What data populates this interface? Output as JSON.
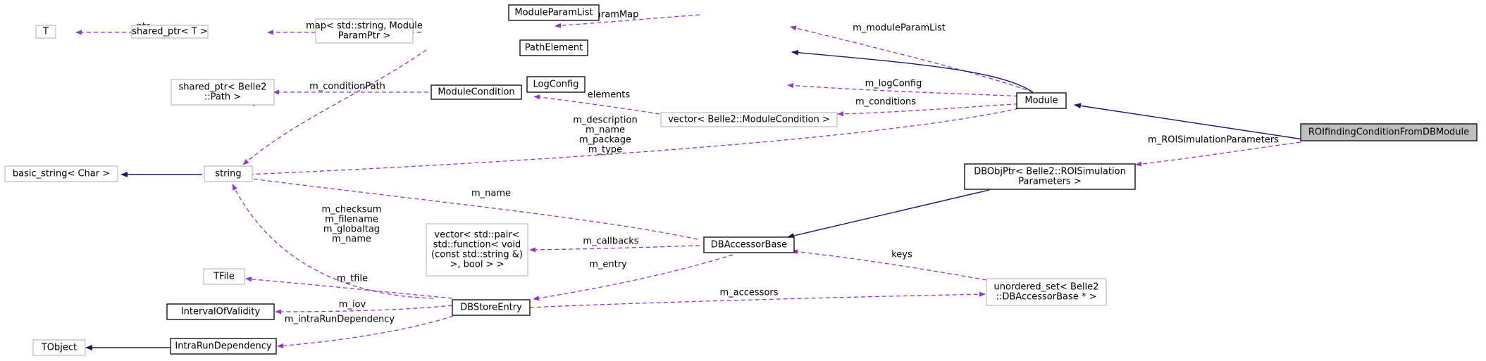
{
  "diagram": {
    "nodes": [
      {
        "id": "T",
        "lines": [
          "T"
        ],
        "style": "muted"
      },
      {
        "id": "shared_ptr_T",
        "lines": [
          "shared_ptr< T >"
        ],
        "style": "muted"
      },
      {
        "id": "map",
        "lines": [
          "map< std::string, Module",
          "ParamPtr >"
        ],
        "style": "muted"
      },
      {
        "id": "ModuleParamList",
        "lines": [
          "ModuleParamList"
        ],
        "style": "solid"
      },
      {
        "id": "PathElement",
        "lines": [
          "PathElement"
        ],
        "style": "solid"
      },
      {
        "id": "LogConfig",
        "lines": [
          "LogConfig"
        ],
        "style": "solid"
      },
      {
        "id": "Module",
        "lines": [
          "Module"
        ],
        "style": "solid"
      },
      {
        "id": "ROIfinding",
        "lines": [
          "ROIfindingConditionFromDBModule"
        ],
        "style": "highlight"
      },
      {
        "id": "shared_ptr_Path",
        "lines": [
          "shared_ptr< Belle2",
          "::Path >"
        ],
        "style": "muted"
      },
      {
        "id": "ModuleCondition",
        "lines": [
          "ModuleCondition"
        ],
        "style": "solid"
      },
      {
        "id": "vector_ModuleCondition",
        "lines": [
          "vector< Belle2::ModuleCondition >"
        ],
        "style": "muted"
      },
      {
        "id": "basic_string",
        "lines": [
          "basic_string< Char >"
        ],
        "style": "muted"
      },
      {
        "id": "string",
        "lines": [
          "string"
        ],
        "style": "muted"
      },
      {
        "id": "DBObjPtr",
        "lines": [
          "DBObjPtr< Belle2::ROISimulation",
          "Parameters >"
        ],
        "style": "solid"
      },
      {
        "id": "vector_pair",
        "lines": [
          "vector< std::pair<",
          "std::function< void",
          "(const std::string &)",
          ">, bool > >"
        ],
        "style": "muted"
      },
      {
        "id": "DBAccessorBase",
        "lines": [
          "DBAccessorBase"
        ],
        "style": "solid"
      },
      {
        "id": "TFile",
        "lines": [
          "TFile"
        ],
        "style": "muted"
      },
      {
        "id": "IntervalOfValidity",
        "lines": [
          "IntervalOfValidity"
        ],
        "style": "solid"
      },
      {
        "id": "DBStoreEntry",
        "lines": [
          "DBStoreEntry"
        ],
        "style": "solid"
      },
      {
        "id": "unordered_set",
        "lines": [
          "unordered_set< Belle2",
          "::DBAccessorBase * >"
        ],
        "style": "muted"
      },
      {
        "id": "TObject",
        "lines": [
          "TObject"
        ],
        "style": "muted"
      },
      {
        "id": "IntraRunDependency",
        "lines": [
          "IntraRunDependency"
        ],
        "style": "solid"
      }
    ],
    "edges": [
      {
        "id": "e1",
        "type": "use",
        "label": [
          "ptr"
        ]
      },
      {
        "id": "e2",
        "type": "use",
        "label": [
          "elements"
        ]
      },
      {
        "id": "e3",
        "type": "use",
        "label": [
          "m_paramMap"
        ]
      },
      {
        "id": "e4",
        "type": "use",
        "label": [
          "m_moduleParamList"
        ]
      },
      {
        "id": "e5",
        "type": "inherit",
        "label": []
      },
      {
        "id": "e6",
        "type": "use",
        "label": [
          "m_logConfig"
        ]
      },
      {
        "id": "e7",
        "type": "use",
        "label": [
          "m_conditions"
        ]
      },
      {
        "id": "e8",
        "type": "inherit",
        "label": []
      },
      {
        "id": "e9",
        "type": "use",
        "label": [
          "m_ROISimulationParameters"
        ]
      },
      {
        "id": "e10",
        "type": "use",
        "label": [
          "m_conditionPath"
        ]
      },
      {
        "id": "e11",
        "type": "use",
        "label": [
          "elements"
        ]
      },
      {
        "id": "e12",
        "type": "use",
        "label": [
          "keys"
        ]
      },
      {
        "id": "e13",
        "type": "use",
        "label": [
          "m_description",
          "m_name",
          "m_package",
          "m_type"
        ]
      },
      {
        "id": "e14",
        "type": "inherit",
        "label": []
      },
      {
        "id": "e15",
        "type": "use",
        "label": [
          "m_name"
        ]
      },
      {
        "id": "e16",
        "type": "use",
        "label": [
          "m_checksum",
          "m_filename",
          "m_globaltag",
          "m_name"
        ]
      },
      {
        "id": "e17",
        "type": "inherit",
        "label": []
      },
      {
        "id": "e18",
        "type": "use",
        "label": [
          "m_callbacks"
        ]
      },
      {
        "id": "e19",
        "type": "use",
        "label": [
          "keys"
        ]
      },
      {
        "id": "e20",
        "type": "use",
        "label": [
          "m_entry"
        ]
      },
      {
        "id": "e21",
        "type": "use",
        "label": [
          "m_accessors"
        ]
      },
      {
        "id": "e22",
        "type": "use",
        "label": [
          "m_tfile"
        ]
      },
      {
        "id": "e23",
        "type": "use",
        "label": [
          "m_iov"
        ]
      },
      {
        "id": "e24",
        "type": "use",
        "label": [
          "m_intraRunDependency"
        ]
      },
      {
        "id": "e25",
        "type": "inherit",
        "label": []
      }
    ],
    "colors": {
      "inheritance": "#191970",
      "usage": "#9a32cd",
      "highlight_fill": "#bfbfbf",
      "muted_border": "#bfbfbf"
    }
  }
}
